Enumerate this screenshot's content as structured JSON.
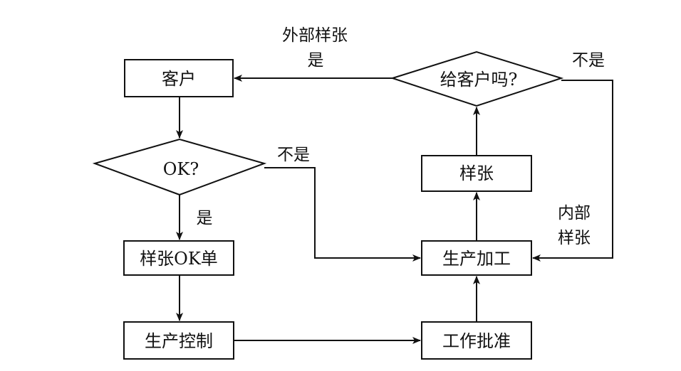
{
  "nodes": {
    "customer": "客户",
    "ok_decision": "OK?",
    "sample_ok_form": "样张OK单",
    "production_control": "生产控制",
    "work_approval": "工作批准",
    "production_processing": "生产加工",
    "sample": "样张",
    "to_customer_decision": "给客户吗?"
  },
  "edge_labels": {
    "external_sample": "外部样张",
    "yes_top": "是",
    "no_top": "不是",
    "no_middle": "不是",
    "yes_middle": "是",
    "internal_line1": "内部",
    "internal_line2": "样张"
  },
  "colors": {
    "stroke": "#111111",
    "background": "#ffffff"
  }
}
